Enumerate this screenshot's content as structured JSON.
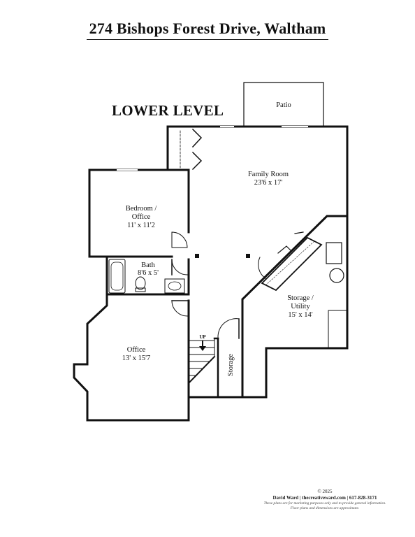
{
  "title": "274 Bishops Forest Drive, Waltham",
  "level": "LOWER LEVEL",
  "rooms": {
    "patio": {
      "name": "Patio"
    },
    "family": {
      "name": "Family Room",
      "dims": "23'6 x 17'"
    },
    "bedroom": {
      "name1": "Bedroom /",
      "name2": "Office",
      "dims": "11' x 11'2"
    },
    "bath": {
      "name": "Bath",
      "dims": "8'6 x 5'"
    },
    "storage_utility": {
      "name1": "Storage /",
      "name2": "Utility",
      "dims": "15' x 14'"
    },
    "office": {
      "name": "Office",
      "dims": "13' x 15'7"
    },
    "storage": {
      "name": "Storage"
    },
    "stairs": {
      "label": "UP"
    }
  },
  "footer": {
    "copyright": "© 2025",
    "credit": "David Ward  |  thecreativeward.com  |  617-828-3171",
    "disclaimer1": "These plans are for marketing purposes only and to provide general information.",
    "disclaimer2": "Floor plans and dimensions are approximate."
  }
}
